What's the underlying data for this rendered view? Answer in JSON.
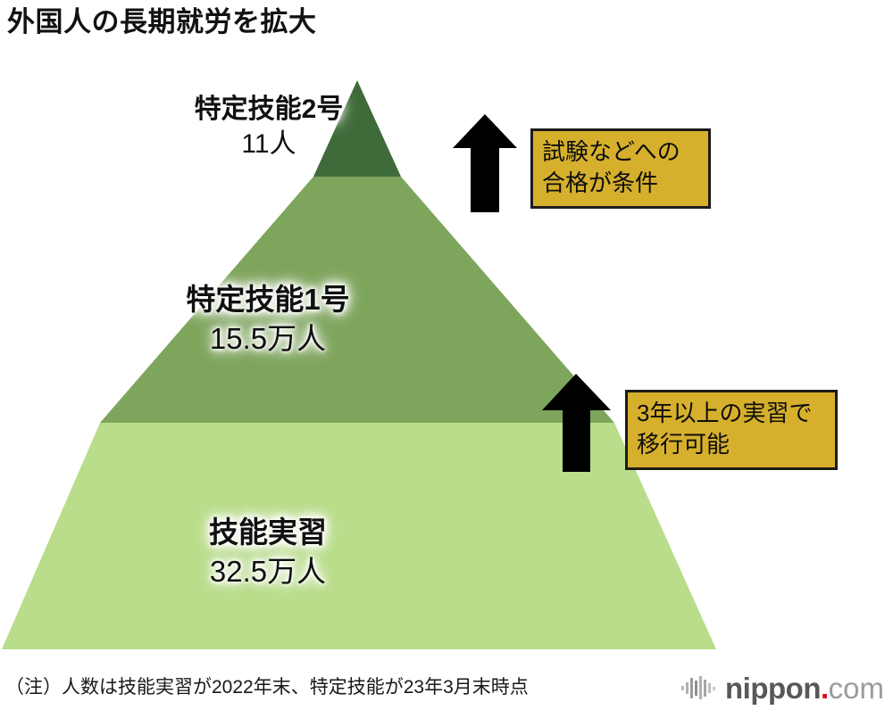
{
  "title": "外国人の長期就労を拡大",
  "chart_data": {
    "type": "pyramid",
    "title": "外国人の長期就労を拡大",
    "note": "（注）人数は技能実習が2022年末、特定技能が23年3月末時点",
    "categories": [
      "特定技能2号",
      "特定技能1号",
      "技能実習"
    ],
    "values": [
      11,
      155000,
      325000
    ],
    "value_labels": [
      "11人",
      "15.5万人",
      "32.5万人"
    ],
    "tiers": [
      {
        "id": "tokutei-ginou-2",
        "name": "特定技能2号",
        "value_label": "11人",
        "value": 11,
        "unit": "人",
        "color": "#3f6b3a",
        "level": "top"
      },
      {
        "id": "tokutei-ginou-1",
        "name": "特定技能1号",
        "value_label": "15.5万人",
        "value": 155000,
        "unit": "万人",
        "color": "#7ea55c",
        "level": "middle"
      },
      {
        "id": "ginou-jisshu",
        "name": "技能実習",
        "value_label": "32.5万人",
        "value": 325000,
        "unit": "万人",
        "color": "#b9dd8a",
        "level": "base"
      }
    ],
    "annotations": [
      {
        "id": "exam",
        "lines": [
          "試験などへの",
          "合格が条件"
        ],
        "line1": "試験などへの",
        "line2": "合格が条件",
        "points_to": "特定技能2号",
        "box_color": "#d6b02c",
        "border_color": "#1b1b1b"
      },
      {
        "id": "transfer",
        "lines": [
          "3年以上の実習で",
          "移行可能"
        ],
        "line1": "3年以上の実習で",
        "line2": "移行可能",
        "points_to": "特定技能1号",
        "box_color": "#d6b02c",
        "border_color": "#1b1b1b"
      }
    ],
    "arrows": [
      {
        "id": "arrow-to-tier2",
        "direction": "up",
        "color": "#000000"
      },
      {
        "id": "arrow-to-tier1",
        "direction": "up",
        "color": "#000000"
      }
    ],
    "legend": null,
    "grid": false
  },
  "footnote": "（注）人数は技能実習が2022年末、特定技能が23年3月末時点",
  "logo": {
    "name": "nippon",
    "dot": ".",
    "tld": "com",
    "mark": "waveform-icon"
  }
}
